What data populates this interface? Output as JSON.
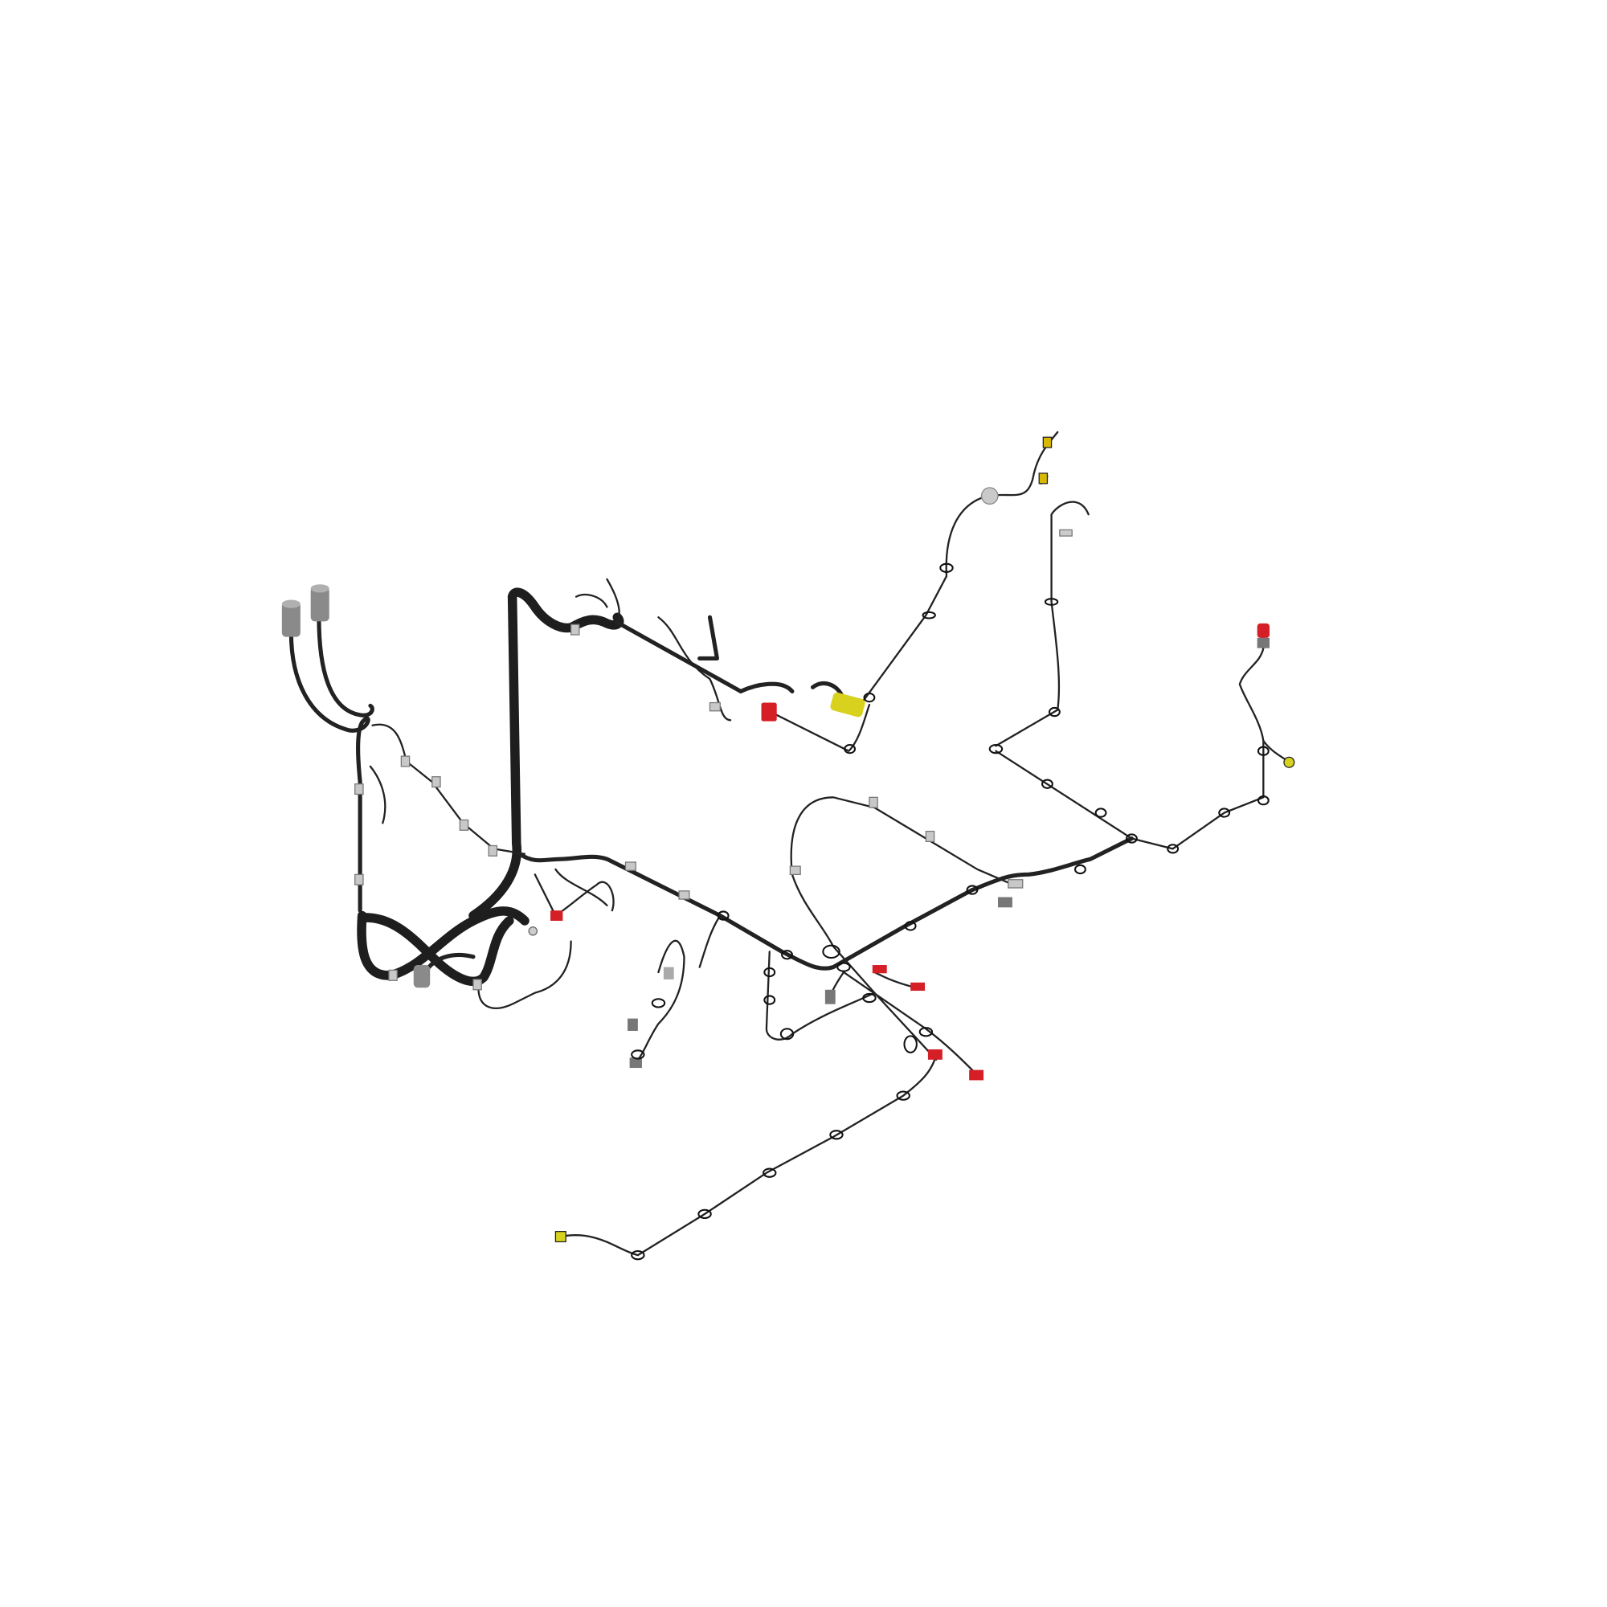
{
  "colors": {
    "background": "#ffffff",
    "harness": "#1e1e1e",
    "connector_gray": "#8a8a8a",
    "connector_red": "#d41f26",
    "connector_yellow": "#d8d21e",
    "bracket": "#c8c8c8"
  },
  "components": {
    "connectors": [
      "round-plug-connector",
      "round-plug-connector",
      "red-connector",
      "yellow-module",
      "gray-grommet"
    ]
  }
}
